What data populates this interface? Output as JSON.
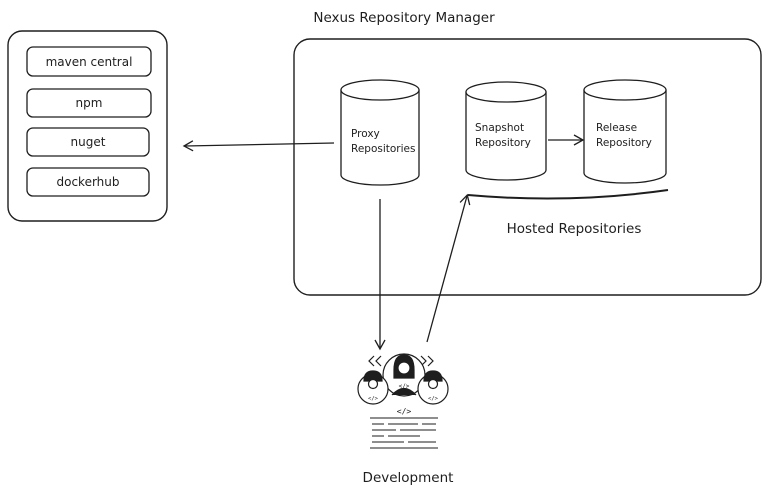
{
  "title": "Nexus Repository Manager",
  "external_repos": [
    "maven central",
    "npm",
    "nuget",
    "dockerhub"
  ],
  "proxy": {
    "line1": "Proxy",
    "line2": "Repositories"
  },
  "snapshot": {
    "line1": "Snapshot",
    "line2": "Repository"
  },
  "release": {
    "line1": "Release",
    "line2": "Repository"
  },
  "hosted_label": "Hosted Repositories",
  "development_label": "Development",
  "icons": [
    "developers-team-icon",
    "code-brackets-icon",
    "code-document-icon"
  ]
}
